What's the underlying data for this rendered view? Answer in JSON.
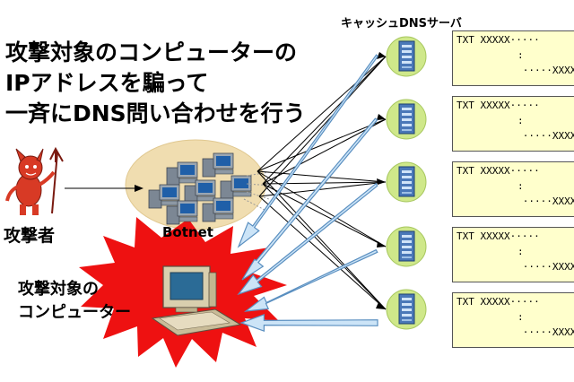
{
  "title": {
    "line1": "攻撃対象のコンピューターの",
    "line2": "IPアドレスを騙って",
    "line3": "一斉にDNS問い合わせを行う"
  },
  "labels": {
    "cache_dns": "キャッシュDNSサーバ",
    "attacker": "攻撃者",
    "botnet": "Botnet",
    "target_line1": "攻撃対象の",
    "target_line2": "コンピューター"
  },
  "records": [
    {
      "row1": "TXT XXXXX·····",
      "row2": ":",
      "row3": "·····XXXXX"
    },
    {
      "row1": "TXT XXXXX·····",
      "row2": ":",
      "row3": "·····XXXXX"
    },
    {
      "row1": "TXT XXXXX·····",
      "row2": ":",
      "row3": "·····XXXXX"
    },
    {
      "row1": "TXT XXXXX·····",
      "row2": ":",
      "row3": "·····XXXXX"
    },
    {
      "row1": "TXT XXXXX·····",
      "row2": ":",
      "row3": "·····XXXXX"
    }
  ],
  "colors": {
    "burst": "#ee1111",
    "botnet_cloud": "#f0ddb0",
    "arrow_fill": "#cce4f7",
    "arrow_stroke": "#5a8fc0",
    "server_badge": "#cfe88a",
    "record_bg": "#ffffcc"
  }
}
